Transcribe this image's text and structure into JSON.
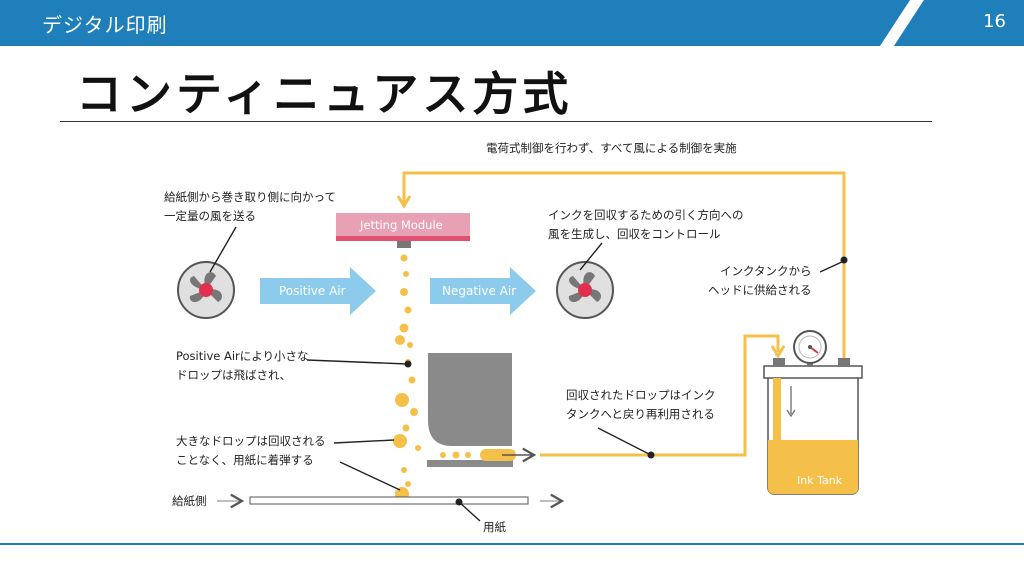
{
  "header": {
    "section_title": "デジタル印刷",
    "page_number": "16",
    "color": "#1f7fba"
  },
  "title": "コンティニュアス方式",
  "diagram": {
    "top_note": "電荷式制御を行わず、すべて風による制御を実施",
    "left_fan_note": [
      "給紙側から巻き取り側に向かって",
      "一定量の風を送る"
    ],
    "right_fan_note": [
      "インクを回収するための引く方向への",
      "風を生成し、回収をコントロール"
    ],
    "supply_note": [
      "インクタンクから",
      "ヘッドに供給される"
    ],
    "small_drop_note": [
      "Positive Airにより小さな",
      "ドロップは飛ばされ、"
    ],
    "large_drop_note": [
      "大きなドロップは回収される",
      "ことなく、用紙に着弾する"
    ],
    "recovered_note": [
      "回収されたドロップはインク",
      "タンクへと戻り再利用される"
    ],
    "jetting_module": "Jetting Module",
    "positive_air": "Positive Air",
    "negative_air": "Negative Air",
    "ink_tank": "Ink Tank",
    "feed_side": "給紙側",
    "paper": "用紙",
    "colors": {
      "ink": "#f5c04a",
      "air_arrow": "#8ccbec",
      "jetting_module": "#e8a0b4",
      "fan_hub": "#e0304e",
      "collector": "#8a8a8a"
    }
  }
}
